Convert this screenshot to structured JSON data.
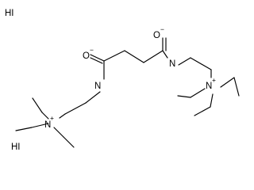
{
  "molecule": {
    "counterions": [
      "HI",
      "HI"
    ],
    "atoms": {
      "oxygen_left": "O",
      "oxygen_left_charge": "−",
      "oxygen_right": "O",
      "oxygen_right_charge": "−",
      "nitrogen_amide_left": "N",
      "nitrogen_amide_right": "N",
      "nitrogen_ammonium_left": "N",
      "nitrogen_ammonium_left_charge": "+",
      "nitrogen_ammonium_right": "N",
      "nitrogen_ammonium_right_charge": "+"
    }
  }
}
